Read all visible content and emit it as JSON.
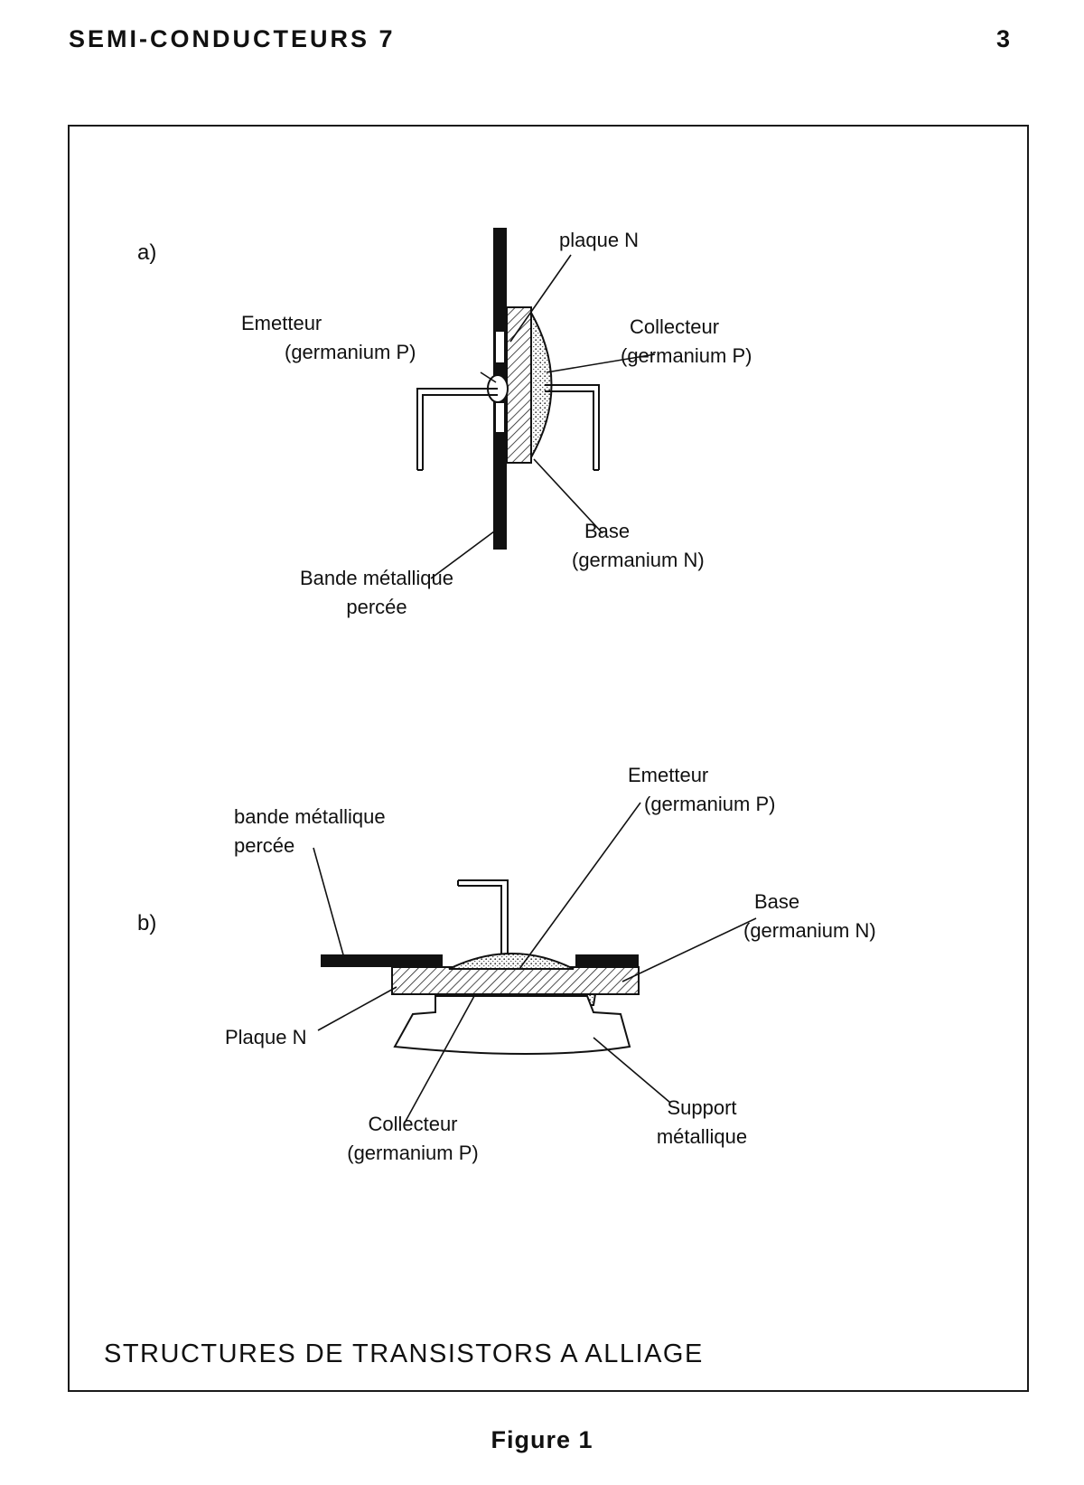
{
  "header": {
    "title": "SEMI-CONDUCTEURS 7",
    "page_number": "3"
  },
  "diagram_a": {
    "tag": "a)",
    "labels": {
      "plaque_n": "plaque N",
      "emetteur": "Emetteur",
      "emetteur_material": "(germanium P)",
      "collecteur": "Collecteur",
      "collecteur_material": "(germanium P)",
      "base": "Base",
      "base_material": "(germanium N)",
      "bande_1": "Bande métallique",
      "bande_2": "percée"
    }
  },
  "diagram_b": {
    "tag": "b)",
    "labels": {
      "emetteur": "Emetteur",
      "emetteur_material": "(germanium P)",
      "bande_1": "bande métallique",
      "bande_2": "percée",
      "base": "Base",
      "base_material": "(germanium N)",
      "plaque_n": "Plaque N",
      "collecteur": "Collecteur",
      "collecteur_material": "(germanium P)",
      "support_1": "Support",
      "support_2": "métallique"
    }
  },
  "caption": "STRUCTURES DE TRANSISTORS A ALLIAGE",
  "figure_label": "Figure 1"
}
